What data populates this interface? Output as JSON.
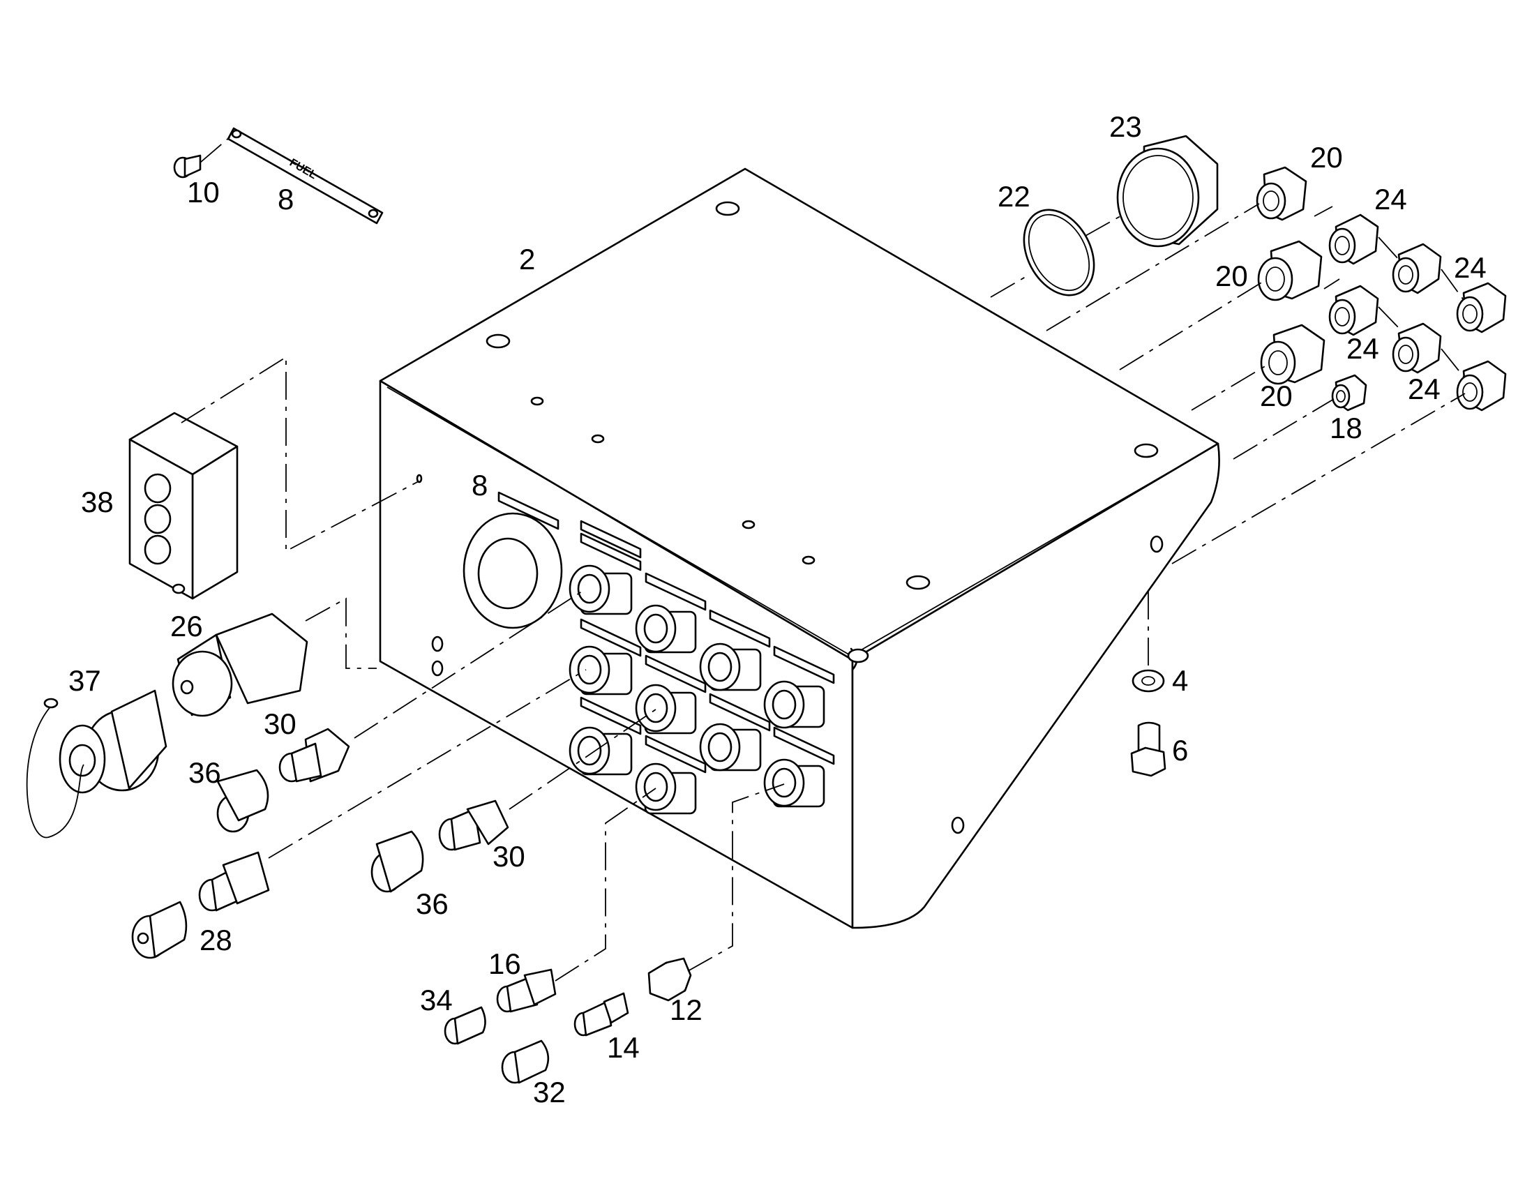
{
  "callouts": {
    "c2": "2",
    "c4": "4",
    "c6": "6",
    "c8a": "8",
    "c8b": "8",
    "c10": "10",
    "c12": "12",
    "c14": "14",
    "c16": "16",
    "c18": "18",
    "c20a": "20",
    "c20b": "20",
    "c20c": "20",
    "c22": "22",
    "c23": "23",
    "c24a": "24",
    "c24b": "24",
    "c24c": "24",
    "c24d": "24",
    "c26": "26",
    "c28": "28",
    "c30a": "30",
    "c30b": "30",
    "c32": "32",
    "c34": "34",
    "c36a": "36",
    "c36b": "36",
    "c37": "37",
    "c38": "38"
  },
  "plate_label": "FUEL",
  "colors": {
    "line": "#000000",
    "background": "#ffffff"
  }
}
